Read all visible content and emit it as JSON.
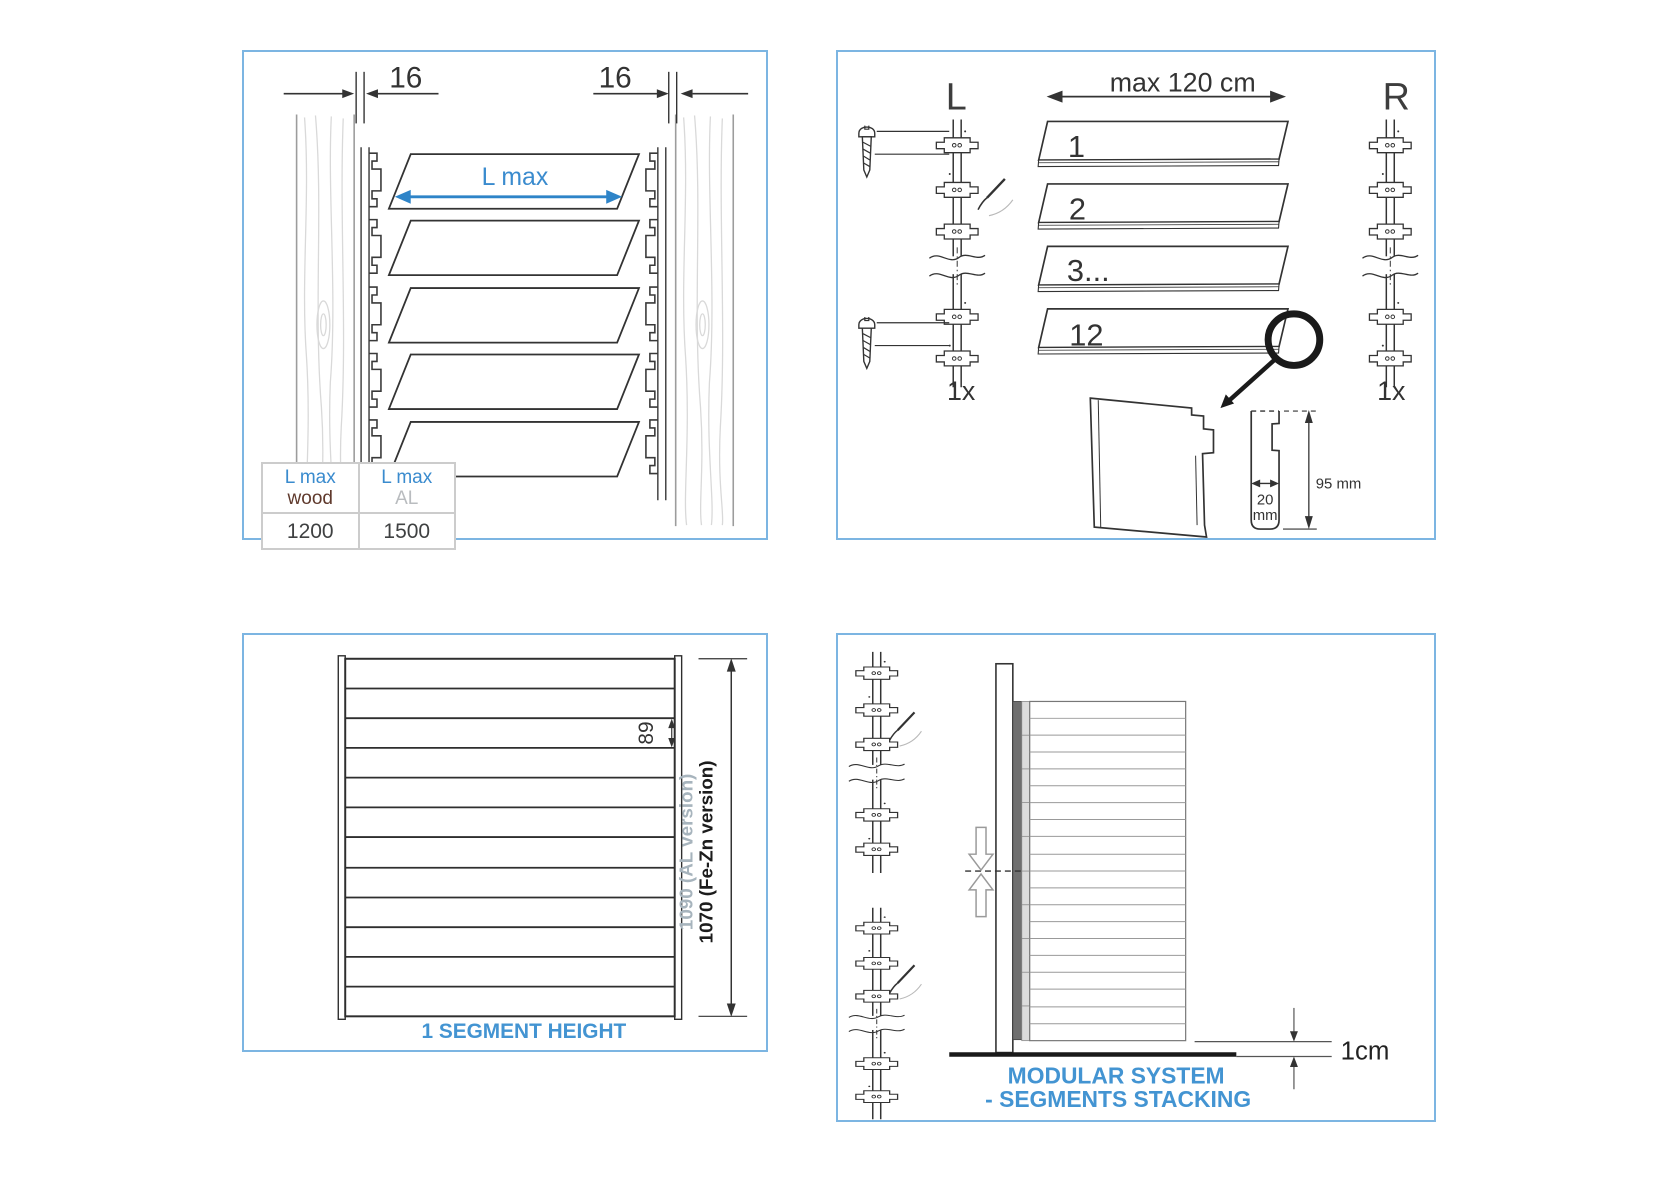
{
  "colors": {
    "panel_border": "#7cb5e2",
    "blue_text": "#3a8bce",
    "caption_blue": "#4394d2",
    "arrow_blue": "#2e84c8",
    "line_dark": "#333333",
    "wood_brown": "#5f392c",
    "al_gray": "#b9bcbf",
    "version_gray": "#a7b4bd"
  },
  "top_left": {
    "dim_left": "16",
    "dim_right": "16",
    "lmax_arrow_label": "L max",
    "table": {
      "col1": {
        "header_top": "L max",
        "header_bottom": "wood",
        "value": "1200"
      },
      "col2": {
        "header_top": "L max",
        "header_bottom": "AL",
        "value": "1500"
      }
    }
  },
  "top_right": {
    "rail_left_label": "L",
    "rail_right_label": "R",
    "width_label": "max 120 cm",
    "slats": [
      "1",
      "2",
      "3...",
      "12"
    ],
    "qty_left": "1x",
    "qty_right": "1x",
    "profile": {
      "width_value": "20",
      "width_unit": "mm",
      "height": "95 mm"
    }
  },
  "bottom_left": {
    "slat_dim": "89",
    "height_al": "1090 (AL version)",
    "height_fezn": "1070 (Fe-Zn version)",
    "caption": "1 SEGMENT HEIGHT"
  },
  "bottom_right": {
    "gap_label": "1cm",
    "caption_line1": "MODULAR SYSTEM",
    "caption_line2": "- SEGMENTS STACKING"
  }
}
